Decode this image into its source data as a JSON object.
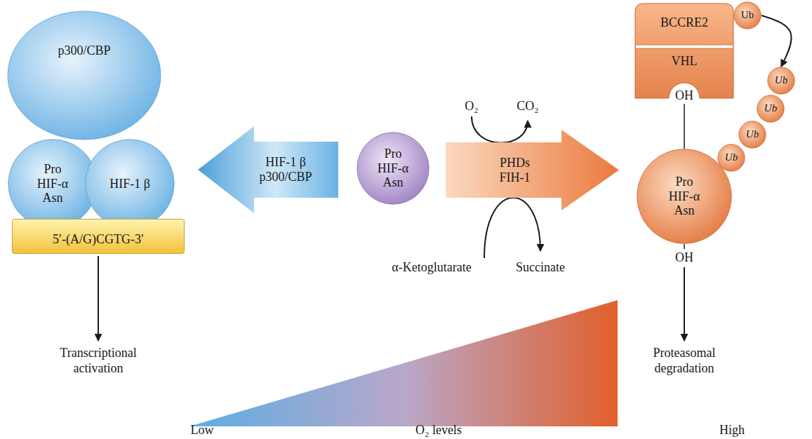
{
  "diagram": {
    "nodes": [
      {
        "text": [
          "p300/CBP"
        ]
      },
      {
        "text": [
          "Pro HIF-α Asn"
        ]
      },
      {
        "text": [
          "HIF-1 β"
        ]
      },
      {
        "text": [
          "5′-(A/G)CGTG-3′"
        ]
      },
      {
        "text": [
          "HIF-1 β p300/CBP"
        ]
      },
      {
        "text": [
          "Pro HIF-α Asn"
        ]
      },
      {
        "text": [
          "PHDs FIH-1"
        ]
      },
      {
        "text": [
          "BCCRE2",
          "VHL"
        ]
      },
      {
        "text": [
          "Ub"
        ]
      },
      {
        "text": [
          "Ub"
        ]
      },
      {
        "text": [
          "Ub"
        ]
      },
      {
        "text": [
          "Ub"
        ]
      },
      {
        "text": [
          "Ub"
        ]
      },
      {
        "text": [
          "Pro HIF-α Asn"
        ]
      }
    ],
    "edges": [
      {
        "from": 8,
        "to": 9,
        "arrow": "to"
      },
      {
        "from": 13,
        "to": 7,
        "label": "OH",
        "arrow": "none"
      }
    ],
    "labels": [
      "O₂",
      "CO₂",
      "α-Ketoglutarate",
      "Succinate",
      "OH",
      "Transcriptional activation",
      "Proteasomal degradation",
      "Low",
      "O₂ levels",
      "High"
    ]
  }
}
